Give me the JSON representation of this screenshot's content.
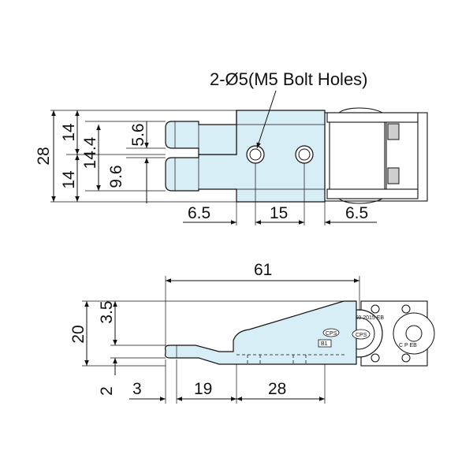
{
  "top_view": {
    "callout": "2-Ø5(M5 Bolt Holes)",
    "dims": {
      "overall_height": "28",
      "upper_half": "14",
      "lower_half": "14",
      "center_offset": "14.4",
      "slot_width": "5.6",
      "slot_gap": "9.6",
      "left_offset": "6.5",
      "hole_pitch": "15",
      "right_offset": "6.5"
    }
  },
  "side_view": {
    "dims": {
      "overall_length": "61",
      "height": "20",
      "top_step": "3.5",
      "bottom_step": "2",
      "tip": "3",
      "neck": "19",
      "body": "28"
    },
    "labels": {
      "brand_logo": "CPS",
      "part_code": "B1",
      "dial_text": "CPS0 2015 EB",
      "dial_text_right": "C P EB"
    }
  },
  "colors": {
    "part_fill": "#d8eef6",
    "line": "#111111"
  }
}
